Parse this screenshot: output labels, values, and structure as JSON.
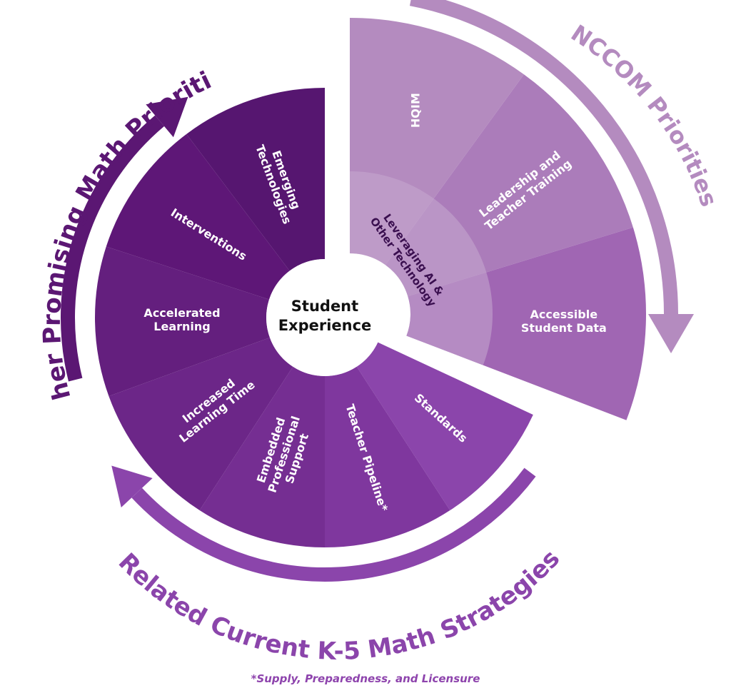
{
  "diagram": {
    "center_label": [
      "Student",
      "Experience"
    ],
    "groups": {
      "other_promising": {
        "title": "Other Promising Math Priorities",
        "color": "#5b1773",
        "segments": [
          {
            "id": "emerging-technologies",
            "label": [
              "Emerging",
              "Technologies"
            ],
            "color": "#561670"
          },
          {
            "id": "interventions",
            "label": [
              "Interventions"
            ],
            "color": "#5e1777"
          },
          {
            "id": "accelerated-learning",
            "label": [
              "Accelerated",
              "Learning"
            ],
            "color": "#641f7e"
          }
        ]
      },
      "related_current": {
        "title": "Related Current K-5 Math Strategies",
        "color": "#8b45ab",
        "segments": [
          {
            "id": "increased-learning-time",
            "label": [
              "Increased",
              "Learning Time"
            ],
            "color": "#6c2688"
          },
          {
            "id": "embedded-professional-support",
            "label": [
              "Embedded",
              "Professional",
              "Support"
            ],
            "color": "#752e92"
          },
          {
            "id": "teacher-pipeline",
            "label": [
              "Teacher Pipeline*"
            ],
            "color": "#7f379e"
          },
          {
            "id": "standards",
            "label": [
              "Standards"
            ],
            "color": "#8b45ab"
          }
        ]
      },
      "nccom": {
        "title": "NCCOM Priorities",
        "color": "#b48bbf",
        "segments": [
          {
            "id": "hqim",
            "label": [
              "HQIM"
            ],
            "color": "#b48bbf"
          },
          {
            "id": "leadership-teacher-training",
            "label": [
              "Leadership and",
              "Teacher Training"
            ],
            "color": "#ab7cba"
          },
          {
            "id": "accessible-student-data",
            "label": [
              "Accessible",
              "Student Data"
            ],
            "color": "#a066b3"
          }
        ],
        "inner_ring": {
          "label": [
            "Leveraging AI &",
            "Other Technology"
          ],
          "color": "#c7a9cf"
        }
      }
    },
    "footnote": "*Supply, Preparedness, and Licensure"
  }
}
